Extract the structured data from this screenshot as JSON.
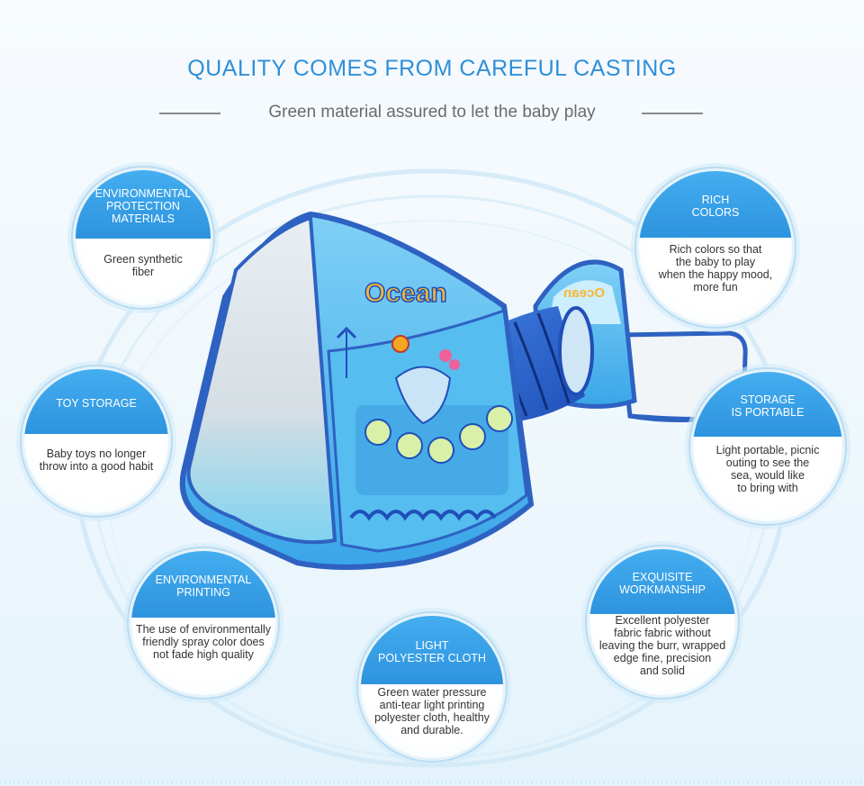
{
  "title": "QUALITY COMES FROM CAREFUL CASTING",
  "subtitle": "Green material assured to let the baby play",
  "product": {
    "logo": "Ocean",
    "mirror_logo": "Ocean"
  },
  "features": [
    {
      "heading": "ENVIRONMENTAL\nPROTECTION\nMATERIALS",
      "text": "Green synthetic\nfiber"
    },
    {
      "heading": "RICH\nCOLORS",
      "text": "Rich colors so that\nthe baby to play\nwhen the happy mood,\nmore fun"
    },
    {
      "heading": "TOY STORAGE",
      "text": "Baby toys no longer\nthrow into a good habit"
    },
    {
      "heading": "STORAGE\nIS PORTABLE",
      "text": "Light portable, picnic\nouting to see the\nsea, would like\nto bring with"
    },
    {
      "heading": "ENVIRONMENTAL\nPRINTING",
      "text": "The use of environmentally\nfriendly spray color does\nnot fade high quality"
    },
    {
      "heading": "EXQUISITE\nWORKMANSHIP",
      "text": "Excellent polyester\nfabric fabric without\nleaving the burr, wrapped\nedge fine, precision\nand solid"
    },
    {
      "heading": "LIGHT\nPOLYESTER CLOTH",
      "text": "Green water pressure\nanti-tear light printing\npolyester cloth, healthy\nand durable."
    }
  ],
  "colors": {
    "accent": "#2f8fd8",
    "badge_header": "#3aa3ea",
    "ring": "#b8dcf2"
  }
}
